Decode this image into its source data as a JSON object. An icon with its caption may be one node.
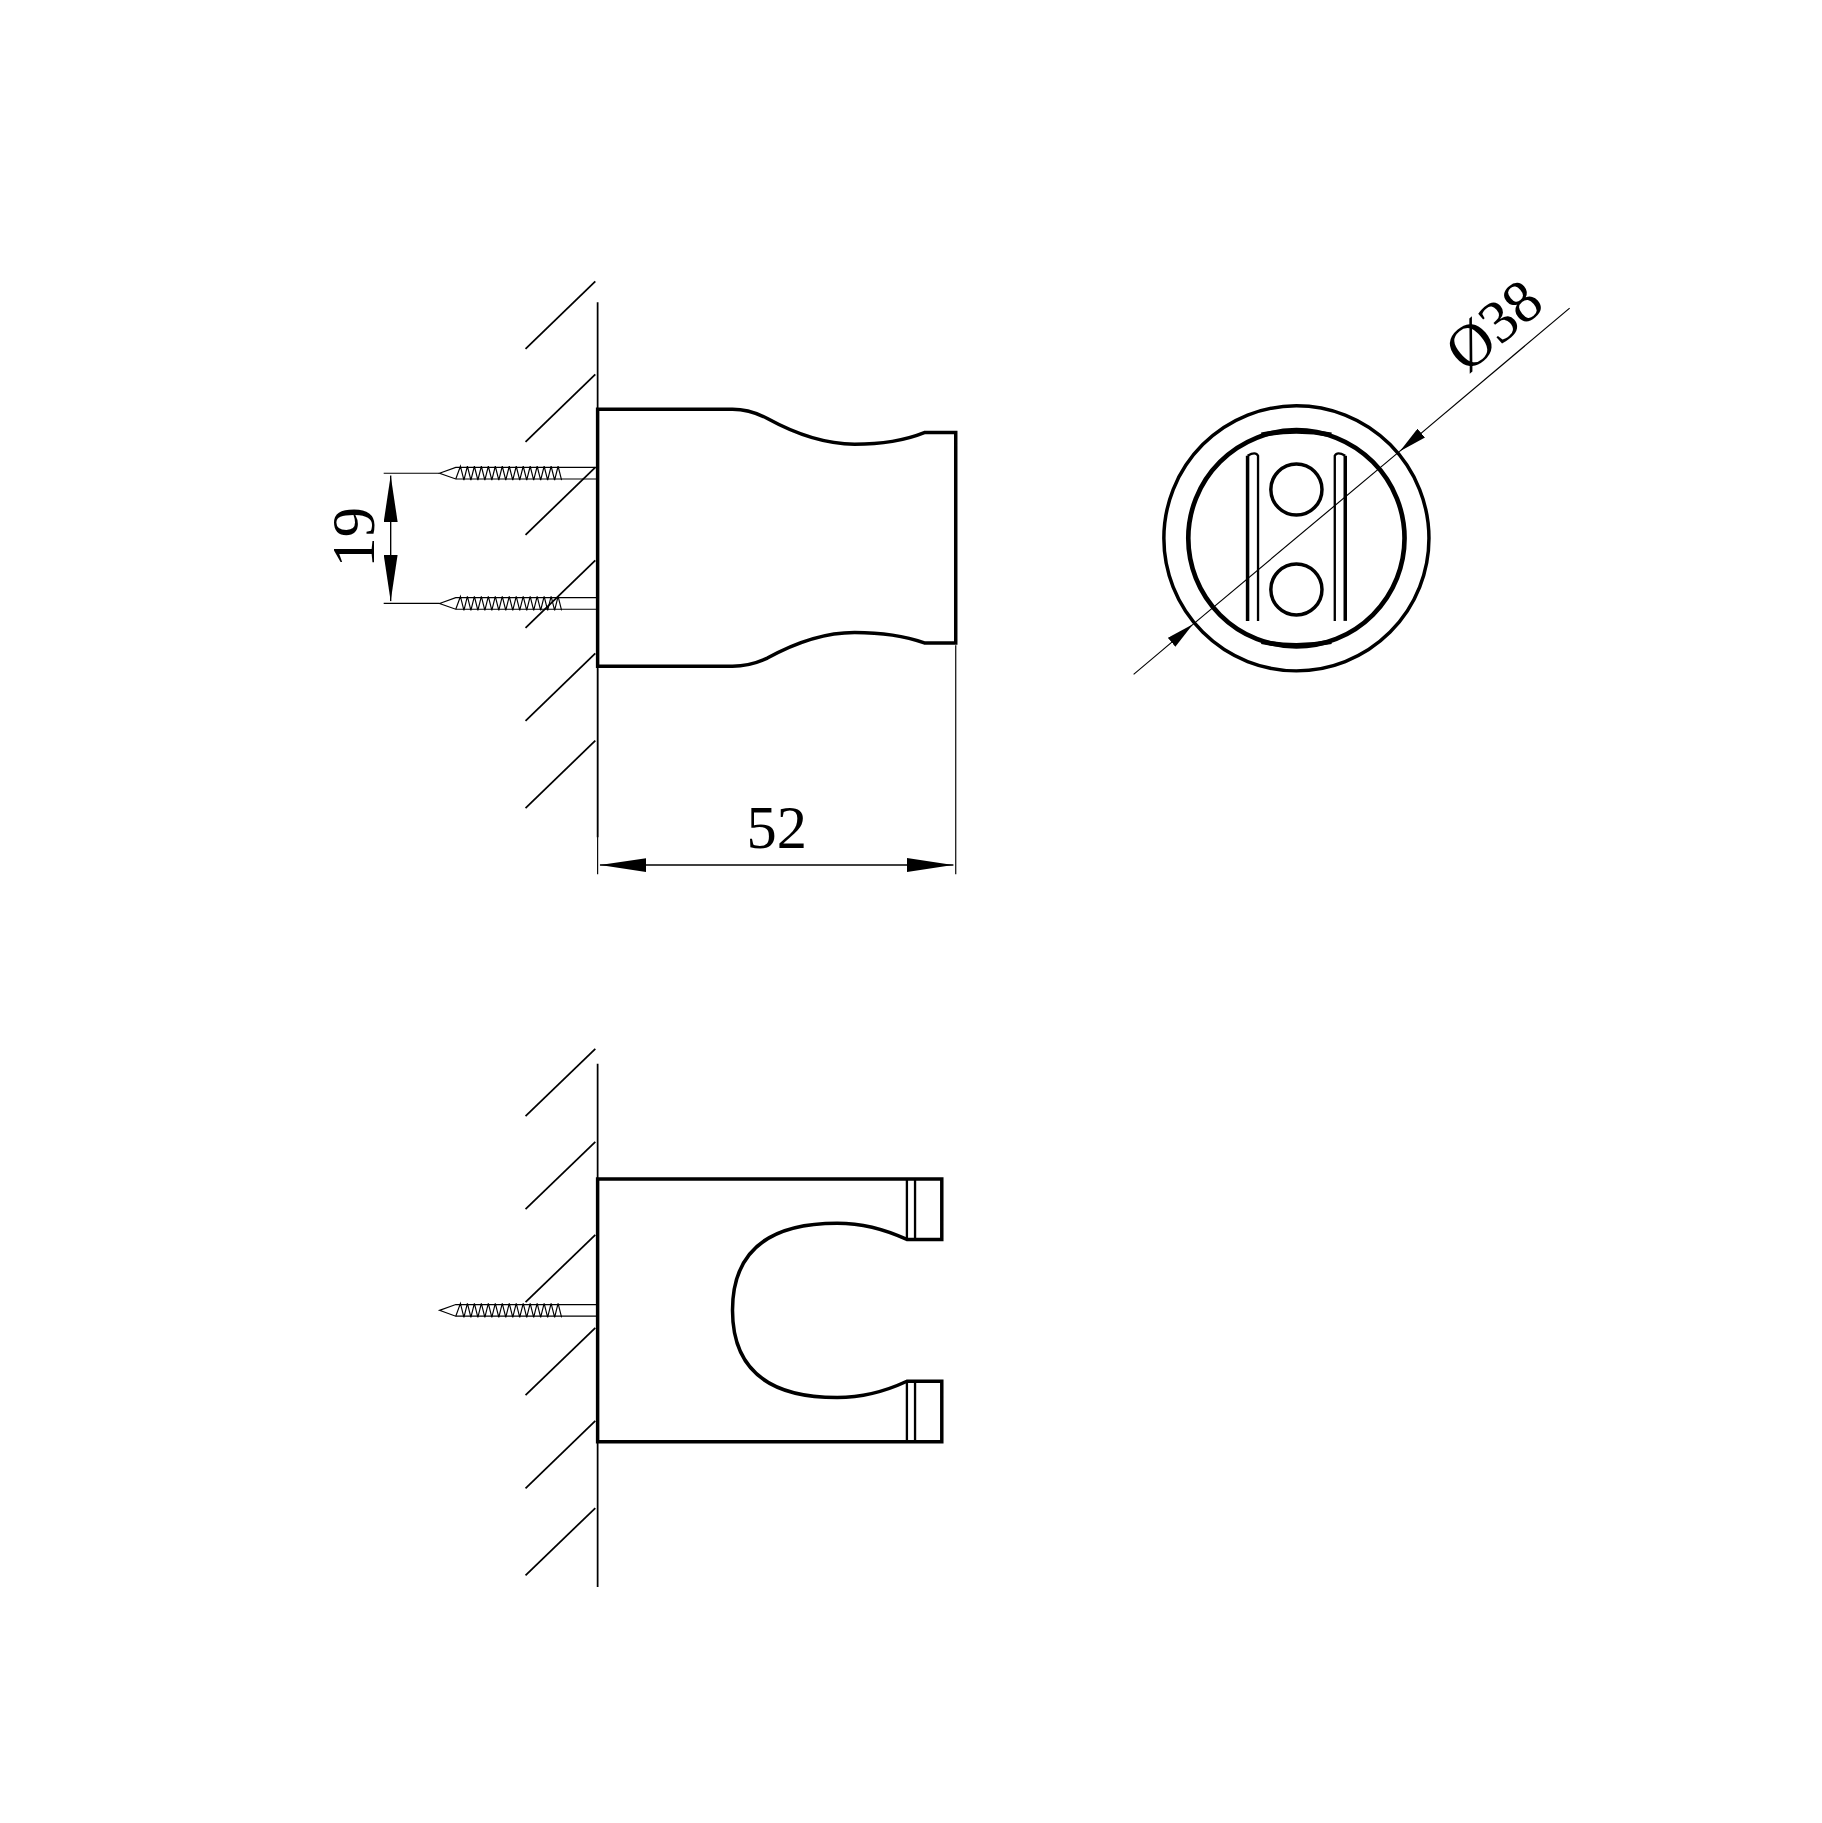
{
  "diagram": {
    "labels": [
      "19",
      "52",
      "Ø38"
    ]
  }
}
